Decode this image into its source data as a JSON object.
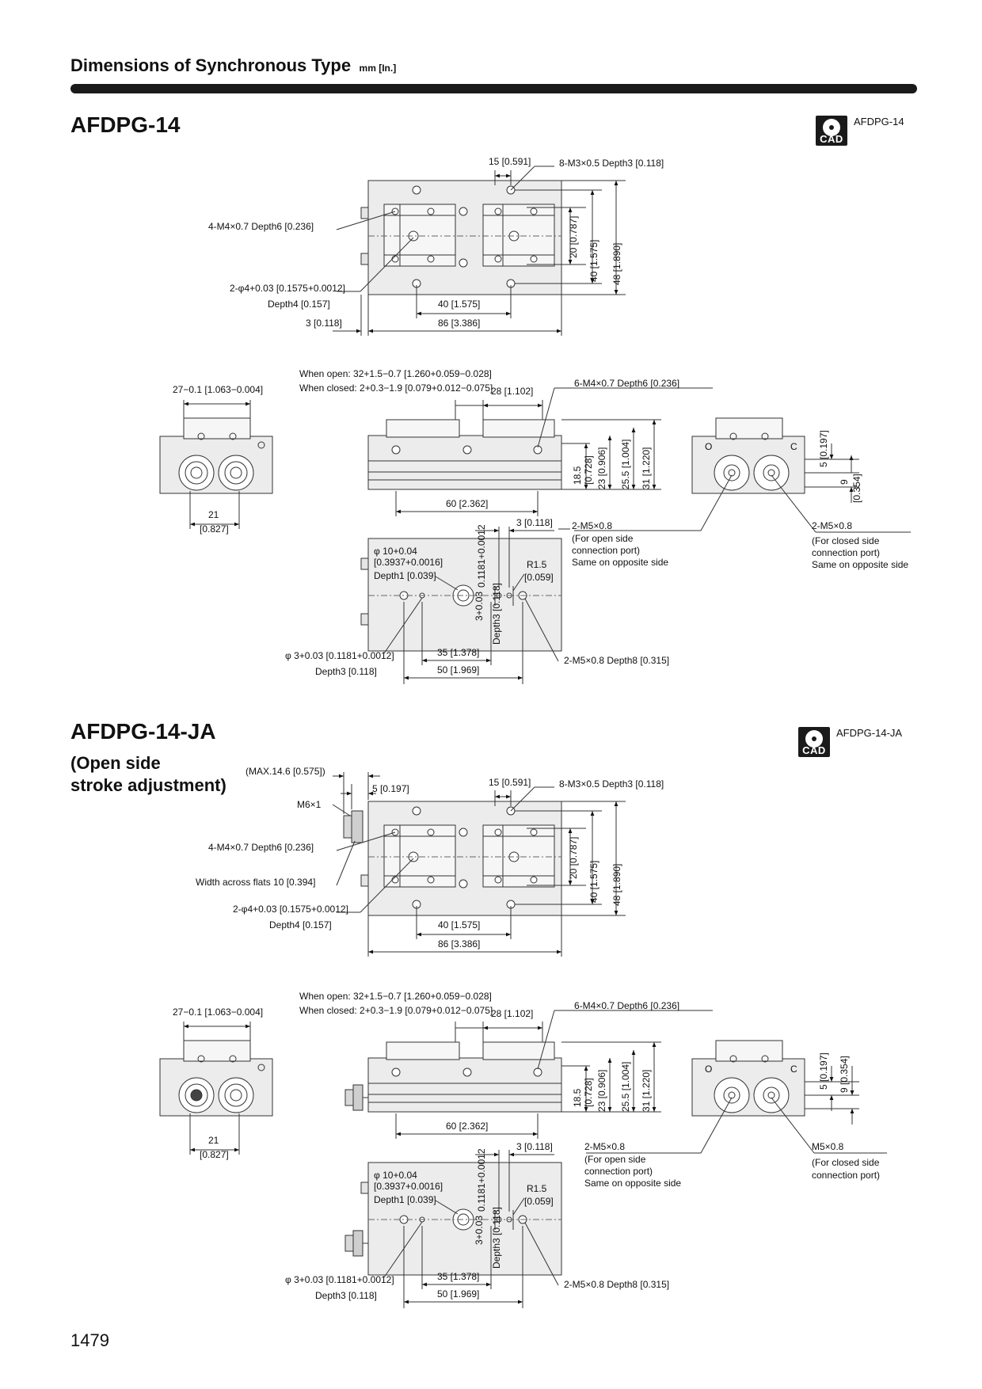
{
  "header": {
    "title": "Dimensions of Synchronous Type",
    "units": "mm [In.]"
  },
  "page_number": "1479",
  "cad_tag": "CAD",
  "sections": [
    {
      "title": "AFDPG-14",
      "subtitle": "",
      "cad_label": "AFDPG-14",
      "top_view": {
        "dims": [
          "15 [0.591]",
          "8-M3×0.5  Depth3 [0.118]",
          "4-M4×0.7  Depth6 [0.236]",
          "2-φ4+0.03 [0.1575+0.0012]",
          "Depth4 [0.157]",
          "40 [1.575]",
          "3 [0.118]",
          "86 [3.386]",
          "20 [0.787]",
          "40 [1.575]",
          "48 [1.890]"
        ]
      },
      "front_view": {
        "open": "When open: 32+1.5−0.7 [1.260+0.059−0.028]",
        "closed": "When closed: 2+0.3−1.9 [0.079+0.012−0.075]",
        "dims": [
          "28 [1.102]",
          "6-M4×0.7  Depth6 [0.236]",
          "60 [2.362]",
          "18.5",
          "[0.728]",
          "23 [0.906]",
          "25.5 [1.004]",
          "31 [1.220]"
        ]
      },
      "left_view": {
        "dims": [
          "27−0.1 [1.063−0.004]",
          "21",
          "[0.827]"
        ]
      },
      "right_view": {
        "dims": [
          "5 [0.197]",
          "9",
          "[0.354]"
        ],
        "note": [
          "2-M5×0.8",
          "(For closed side",
          "connection port)",
          "Same on opposite side"
        ]
      },
      "bottom_view": {
        "dims": [
          "3 [0.118]",
          "φ 10+0.04",
          "[0.3937+0.0016]",
          "Depth1 [0.039]",
          "R1.5",
          "[0.059]",
          "0.1181+0.0012",
          "3+0.03",
          "Depth3 [0.118]",
          "φ 3+0.03 [0.1181+0.0012]",
          "Depth3 [0.118]",
          "35 [1.378]",
          "50 [1.969]",
          "2-M5×0.8  Depth8 [0.315]"
        ],
        "note": [
          "2-M5×0.8",
          "(For open side",
          "connection port)",
          "Same on opposite side"
        ]
      }
    },
    {
      "title": "AFDPG-14-JA",
      "subtitle": [
        "(Open side",
        "stroke adjustment)"
      ],
      "cad_label": "AFDPG-14-JA",
      "top_view": {
        "dims": [
          "(MAX.14.6 [0.575])",
          "5 [0.197]",
          "M6×1",
          "15 [0.591]",
          "8-M3×0.5  Depth3 [0.118]",
          "4-M4×0.7  Depth6 [0.236]",
          "Width across flats 10 [0.394]",
          "2-φ4+0.03 [0.1575+0.0012]",
          "Depth4 [0.157]",
          "40 [1.575]",
          "86 [3.386]",
          "20 [0.787]",
          "40 [1.575]",
          "48 [1.890]"
        ]
      },
      "front_view": {
        "open": "When open: 32+1.5−0.7 [1.260+0.059−0.028]",
        "closed": "When closed: 2+0.3−1.9 [0.079+0.012−0.075]",
        "dims": [
          "28 [1.102]",
          "6-M4×0.7  Depth6 [0.236]",
          "60 [2.362]",
          "18.5",
          "[0.728]",
          "23 [0.906]",
          "25.5 [1.004]",
          "31 [1.220]"
        ]
      },
      "left_view": {
        "dims": [
          "27−0.1 [1.063−0.004]",
          "21",
          "[0.827]"
        ]
      },
      "right_view": {
        "dims": [
          "5 [0.197]",
          "9 [0.354]"
        ],
        "note": [
          "M5×0.8",
          "(For closed side",
          "connection port)"
        ]
      },
      "bottom_view": {
        "dims": [
          "3 [0.118]",
          "φ 10+0.04",
          "[0.3937+0.0016]",
          "Depth1 [0.039]",
          "R1.5",
          "[0.059]",
          "0.1181+0.0012",
          "3+0.03",
          "Depth3 [0.118]",
          "φ 3+0.03 [0.1181+0.0012]",
          "Depth3 [0.118]",
          "35 [1.378]",
          "50 [1.969]",
          "2-M5×0.8  Depth8 [0.315]"
        ],
        "note": [
          "2-M5×0.8",
          "(For open side",
          "connection port)",
          "Same on opposite side"
        ]
      }
    }
  ]
}
